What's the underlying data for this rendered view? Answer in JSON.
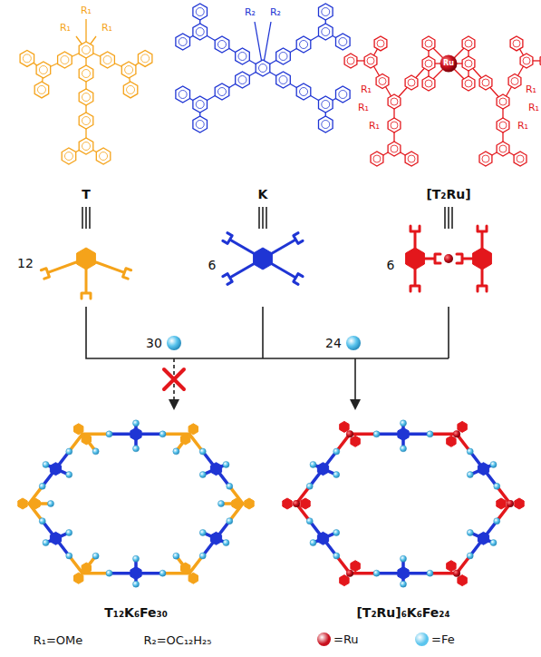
{
  "diagram": {
    "labels": [
      "R₁",
      "R₁",
      "R₁",
      "R₂",
      "R₂",
      "R₁",
      "R₁",
      "R₁",
      "R₁",
      "R₁",
      "R₁",
      "Ru",
      "T",
      "K",
      "[T₂Ru]",
      "12",
      "6",
      "6",
      "30",
      "24",
      "T₁₂K₆Fe₃₀",
      "[T₂Ru]₆K₆Fe₂₄",
      "R₁=OMe",
      "R₂=OC₁₂H₂₅"
    ],
    "legend": [
      {
        "text": "=Ru",
        "color": "#c8101e"
      },
      {
        "text": "=Fe",
        "color": "#5bc5ee"
      }
    ]
  }
}
